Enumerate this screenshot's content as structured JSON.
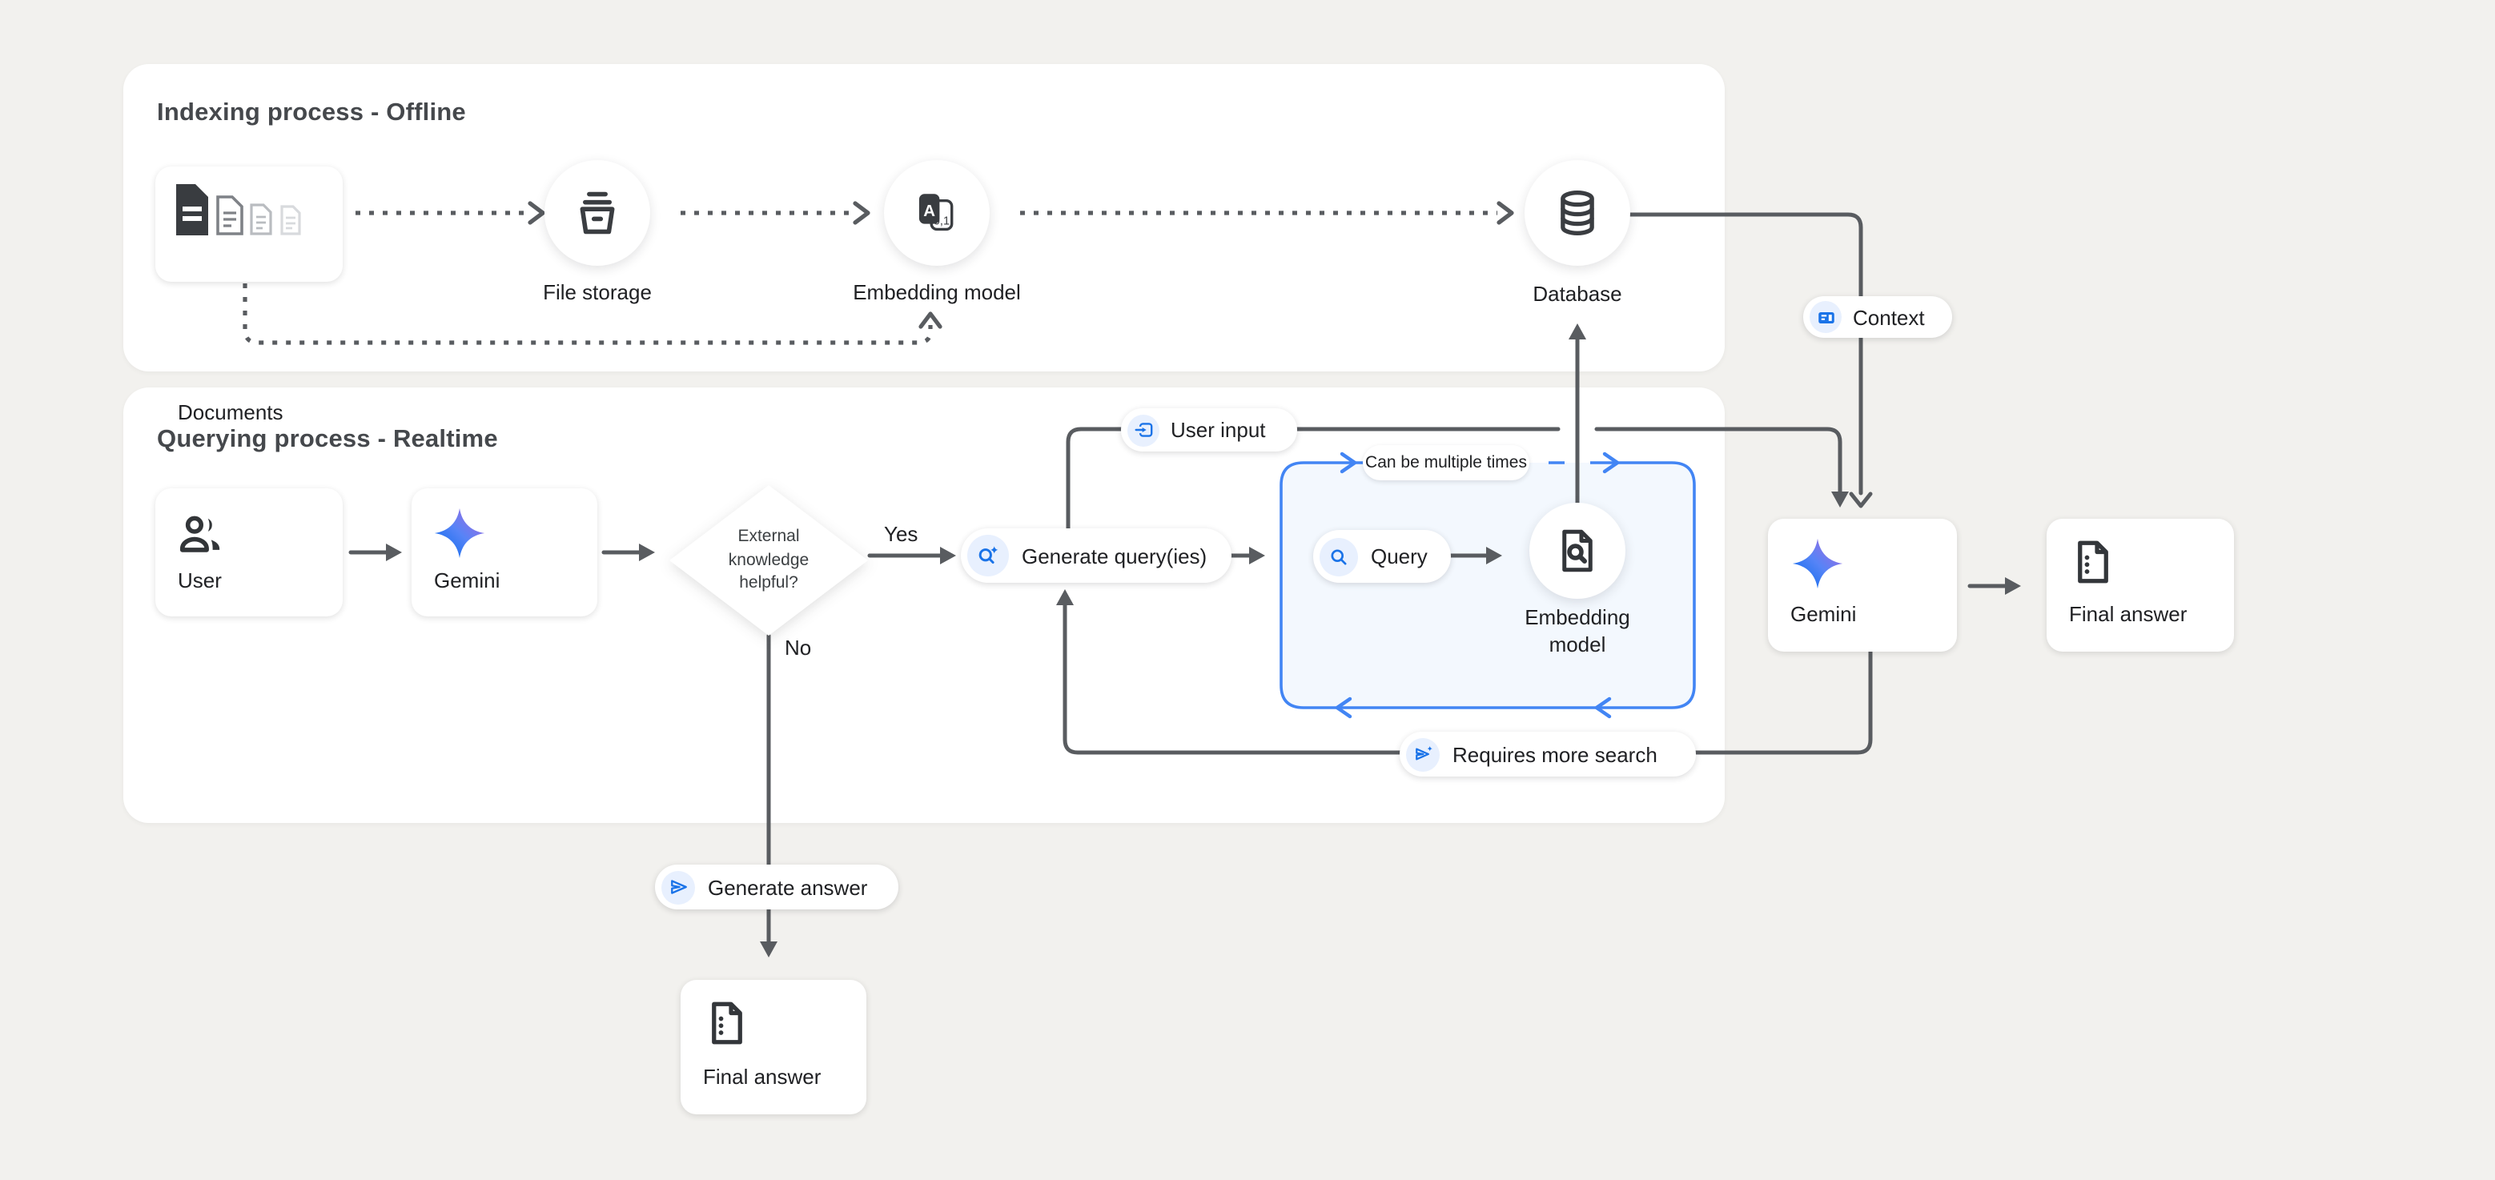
{
  "colors": {
    "page_bg": "#f2f1ee",
    "panel_bg": "#ffffff",
    "line_gray": "#595c60",
    "accent_blue": "#4285f4",
    "icon_blue": "#1a73e8",
    "chip_bg": "#e8f0fe",
    "loop_box_fill": "#f3f8fe",
    "gemini_gradient": [
      "#0f6beb",
      "#5684f7",
      "#a06be0"
    ]
  },
  "indexing": {
    "title": "Indexing process - Offline",
    "documents": "Documents",
    "file_storage": "File storage",
    "embedding_model": "Embedding model",
    "database": "Database"
  },
  "querying": {
    "title": "Querying process - Realtime",
    "user": "User",
    "gemini": "Gemini",
    "decision": [
      "External",
      "knowledge",
      "helpful?"
    ],
    "yes": "Yes",
    "no": "No",
    "generate_query": "Generate query(ies)",
    "query": "Query",
    "loop_note": "Can be multiple times",
    "embedding": [
      "Embedding",
      "model"
    ]
  },
  "badges": {
    "user_input": "User input",
    "context": "Context",
    "requires_more_search": "Requires more search",
    "generate_answer": "Generate answer"
  },
  "outputs": {
    "gemini": "Gemini",
    "final_answer_right": "Final answer",
    "final_answer_bottom": "Final answer"
  }
}
